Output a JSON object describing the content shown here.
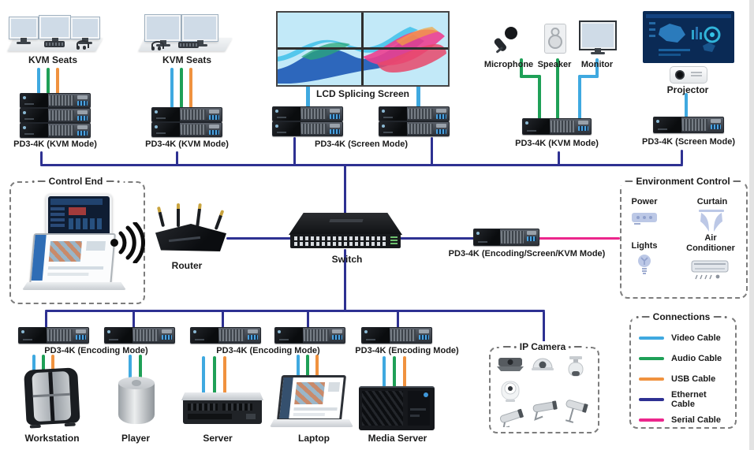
{
  "top": {
    "kvm_a": {
      "seats_label": "KVM Seats",
      "device_label": "PD3-4K (KVM Mode)"
    },
    "kvm_b": {
      "seats_label": "KVM Seats",
      "device_label": "PD3-4K (KVM Mode)"
    },
    "lcd": {
      "screen_label": "LCD Splicing Screen",
      "device_label": "PD3-4K (Screen Mode)"
    },
    "av": {
      "microphone_label": "Microphone",
      "speaker_label": "Speaker",
      "monitor_label": "Monitor",
      "device_label": "PD3-4K (KVM Mode)"
    },
    "projector": {
      "projector_label": "Projector",
      "device_label": "PD3-4K (Screen Mode)"
    }
  },
  "middle": {
    "control_end": {
      "title": "Control End"
    },
    "router_label": "Router",
    "switch_label": "Switch",
    "codec_label": "PD3-4K (Encoding/Screen/KVM Mode)",
    "environment": {
      "title": "Environment Control",
      "power": "Power",
      "curtain": "Curtain",
      "lights": "Lights",
      "air_conditioner": "Air Conditioner"
    }
  },
  "bottom": {
    "encoder_labels": [
      "PD3-4K (Encoding Mode)",
      "PD3-4K (Encoding Mode)",
      "PD3-4K (Encoding Mode)"
    ],
    "endpoints": [
      "Workstation",
      "Player",
      "Server",
      "Laptop",
      "Media Server"
    ],
    "ip_camera_title": "IP Camera"
  },
  "legend": {
    "title": "Connections",
    "items": [
      {
        "label": "Video Cable",
        "color": "#3FA9E0"
      },
      {
        "label": "Audio Cable",
        "color": "#1FA057"
      },
      {
        "label": "USB Cable",
        "color": "#F0923F"
      },
      {
        "label": "Ethernet Cable",
        "color": "#2E3192"
      },
      {
        "label": "Serial Cable",
        "color": "#EC268C"
      }
    ]
  },
  "colors": {
    "video": "#3FA9E0",
    "audio": "#1FA057",
    "usb": "#F0923F",
    "ethernet": "#2E3192",
    "serial": "#EC268C",
    "env_icon": "#b9c6e6"
  }
}
